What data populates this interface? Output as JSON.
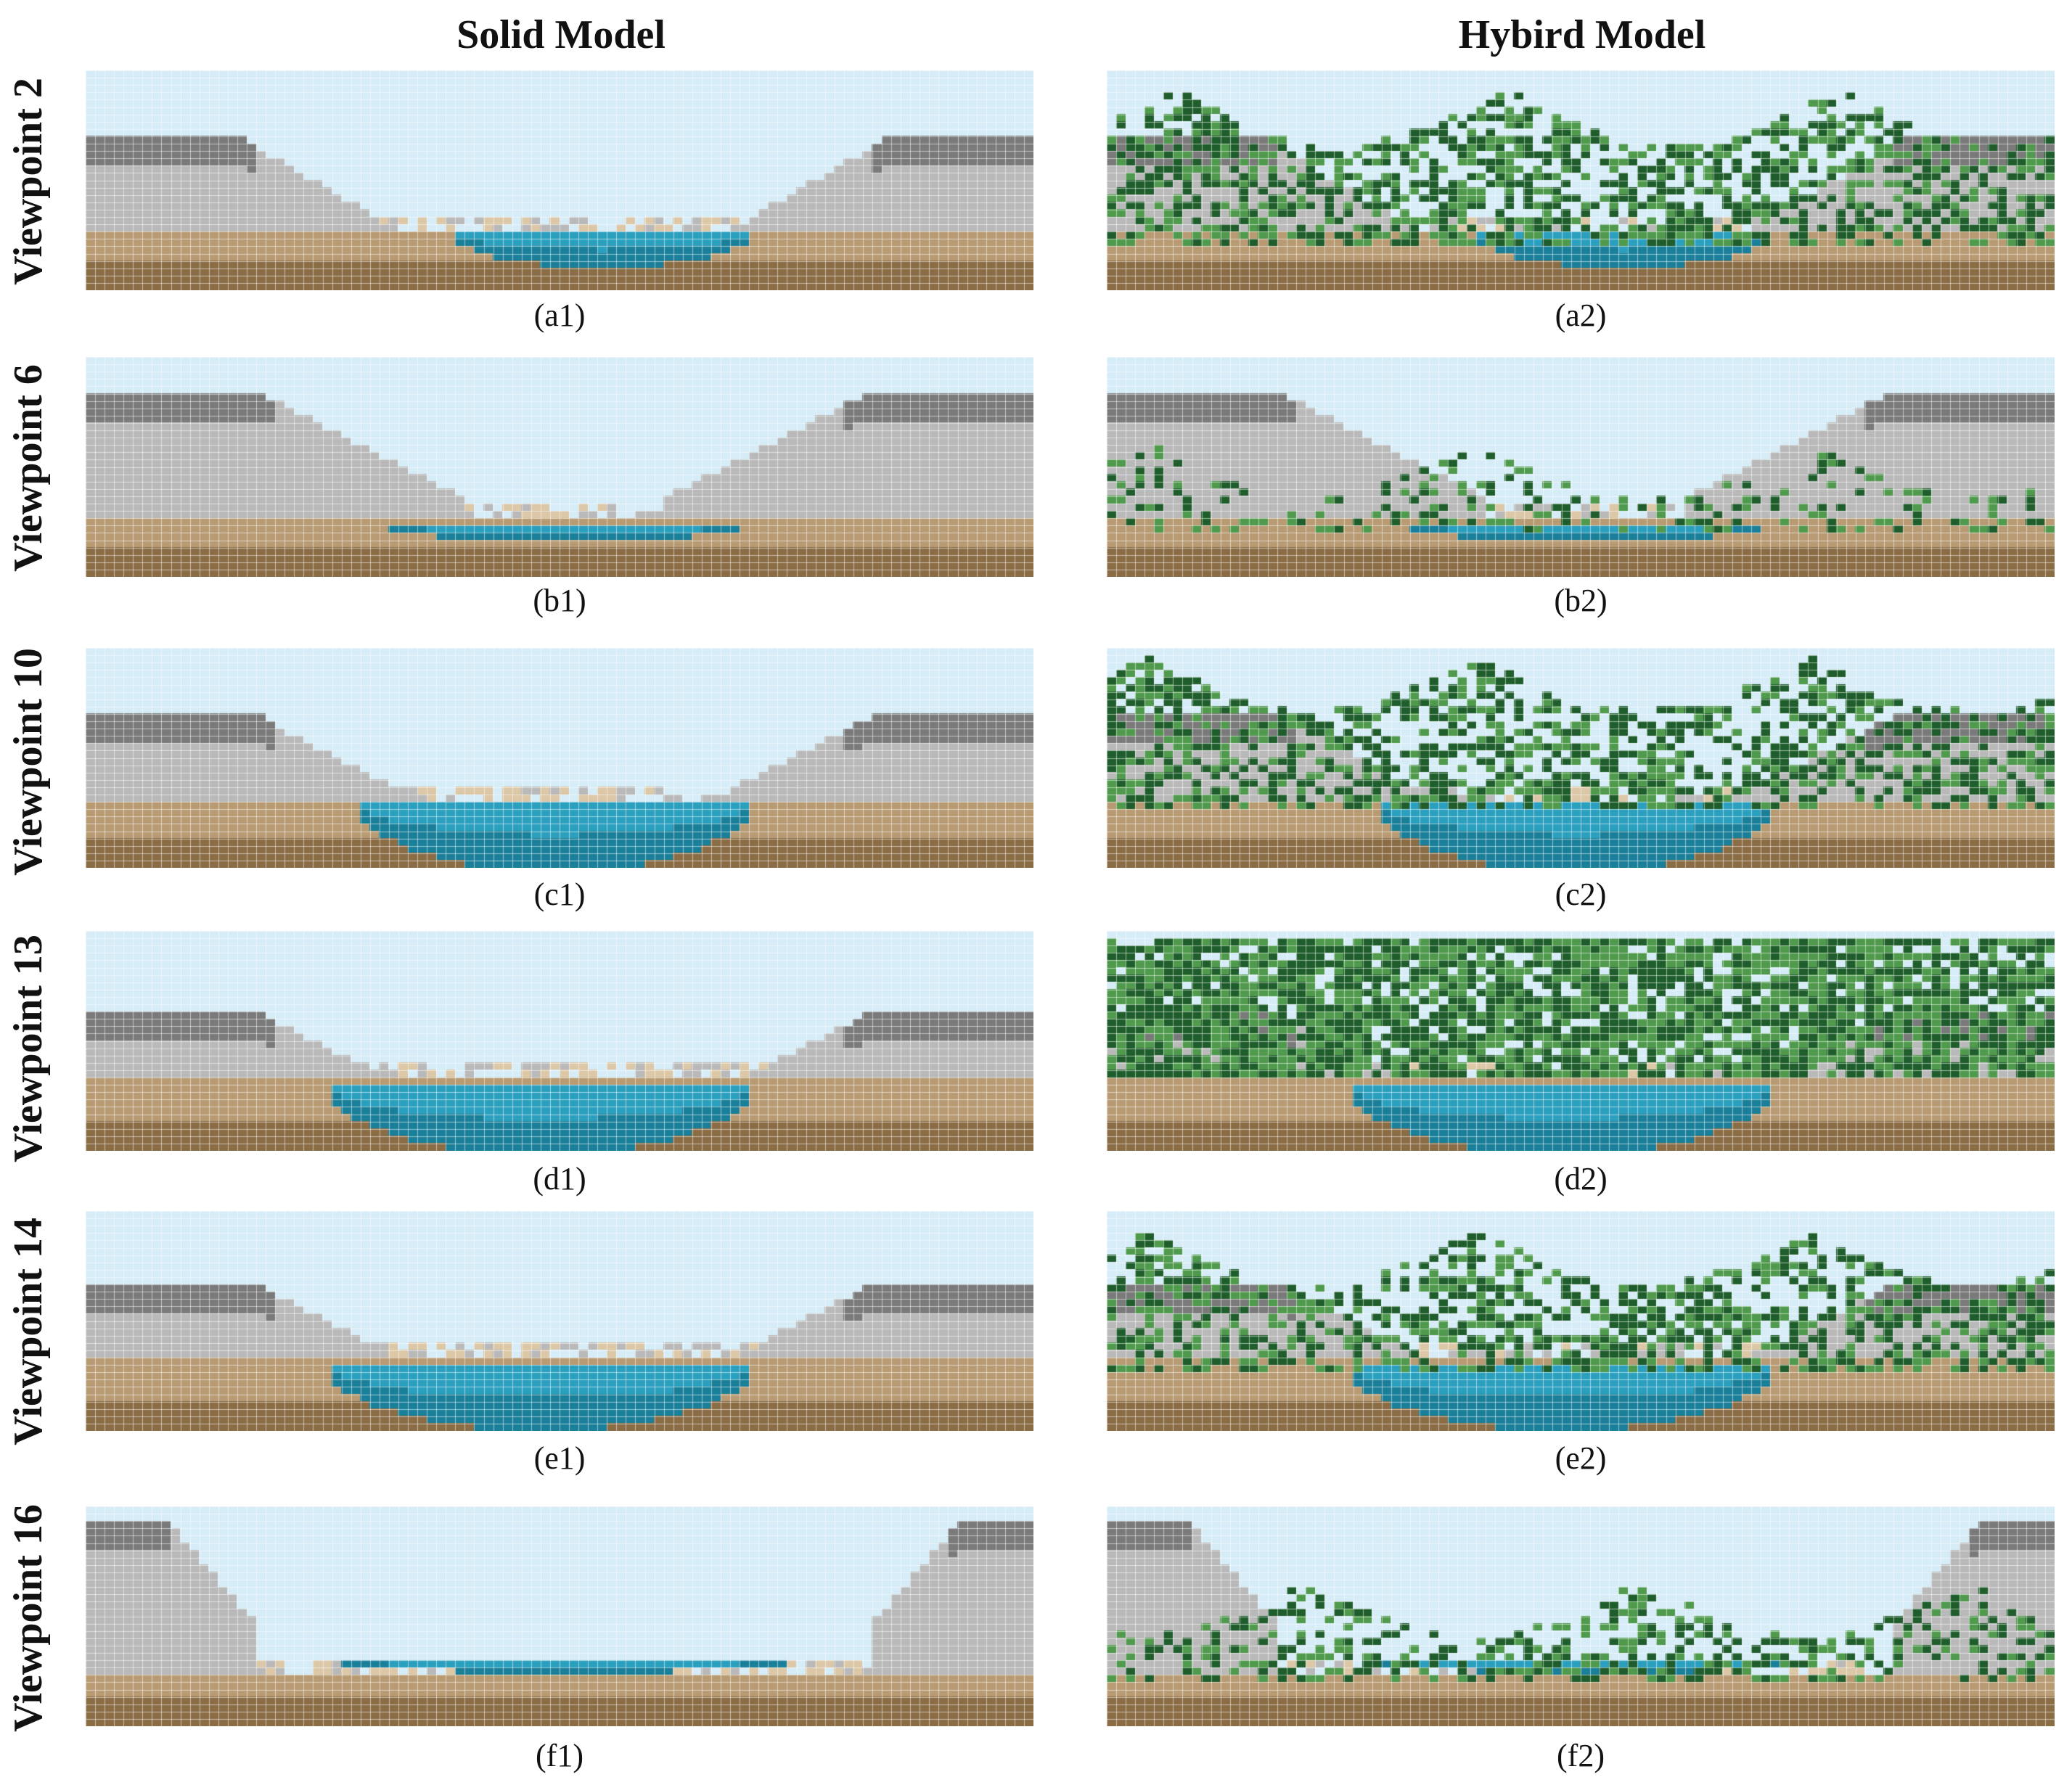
{
  "column_headers": {
    "left": "Solid Model",
    "right": "Hybird Model"
  },
  "rows": [
    {
      "label": "Viewpoint 2",
      "captions": [
        "(a1)",
        "(a2)"
      ]
    },
    {
      "label": "Viewpoint 6",
      "captions": [
        "(b1)",
        "(b2)"
      ]
    },
    {
      "label": "Viewpoint 10",
      "captions": [
        "(c1)",
        "(c2)"
      ]
    },
    {
      "label": "Viewpoint 13",
      "captions": [
        "(d1)",
        "(d2)"
      ]
    },
    {
      "label": "Viewpoint 14",
      "captions": [
        "(e1)",
        "(e2)"
      ]
    },
    {
      "label": "Viewpoint 16",
      "captions": [
        "(f1)",
        "(f2)"
      ]
    }
  ],
  "colors": {
    "sky": "#d6ecf7",
    "ground_light": "#b89b72",
    "ground_dark": "#8a6c45",
    "water": "#2a9fbe",
    "water_dark": "#1a7f99",
    "hill_light": "#b9b9b9",
    "hill_dark": "#7a7a7a",
    "sand": "#dcc7a6",
    "tree_dark": "#1f5e2c",
    "tree_light": "#4f9a4d",
    "grid_line": "#ffffff"
  }
}
